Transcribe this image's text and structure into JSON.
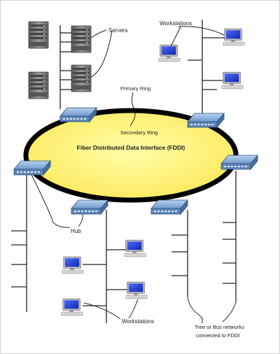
{
  "diagram": {
    "title": "Fiber Distributed Data Interface (FDDI)",
    "labels": {
      "servers": "Servers",
      "workstations_top": "Workstations",
      "primary_ring": "Primary Ring",
      "secondary_ring": "Secondary Ring",
      "hub": "Hub",
      "workstations_bottom": "Workstations",
      "tree_bus_line1": "Tree or Bus networks",
      "tree_bus_line2": "connected to FDDI"
    },
    "colors": {
      "ring_fill": "#fff07a",
      "ring_fill_center": "#ffff9a",
      "ring_stroke": "#000000",
      "hub_blue": "#7fa8d8",
      "monitor_screen": "#1f3fd0",
      "server_gray": "#7d7d7d"
    },
    "icons": [
      "server-icon",
      "workstation-icon",
      "hub-icon"
    ]
  }
}
